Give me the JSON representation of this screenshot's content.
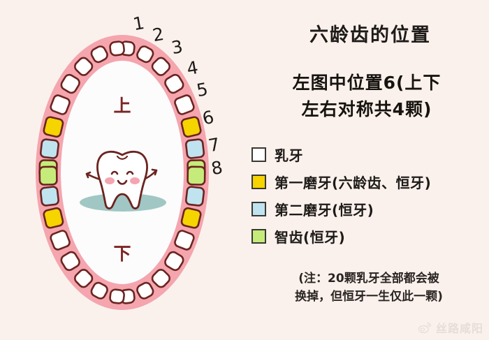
{
  "palette": {
    "background": "#fbf1ec",
    "gum": "#f4a5ae",
    "gum_shade": "#f09aa5",
    "mouth_inner": "#fcfcfc",
    "tooth_white": "#ffffff",
    "tooth_yellow": "#f5d400",
    "tooth_blue": "#bfe4f0",
    "tooth_green": "#c5ec7a",
    "tooth_outline": "#6b2420",
    "label_maroon": "#7d2423",
    "highlight_yellow": "#fbef76",
    "text_dark": "#1d1a17",
    "shadow_teal": "#8fbdb8",
    "blush_pink": "#f4a6b0"
  },
  "diagram": {
    "upper_label": "上",
    "lower_label": "下",
    "numbers": [
      "1",
      "2",
      "3",
      "4",
      "5",
      "6",
      "7",
      "8"
    ],
    "quadrant_tooth_colors": [
      "white",
      "white",
      "white",
      "white",
      "white",
      "yellow",
      "blue",
      "green"
    ],
    "teeth_per_quadrant": 8,
    "total_teeth": 32,
    "mascot": {
      "name": "cartoon-tooth-character",
      "expression": "smiling",
      "has_arms": true,
      "has_blush": true
    }
  },
  "panel": {
    "title": "六龄齿的位置",
    "highlight": {
      "line1": "左图中位置6(上下",
      "line2": "左右对称共4颗)"
    },
    "legend": [
      {
        "color": "#ffffff",
        "label": "乳牙",
        "name": "primary-teeth"
      },
      {
        "color": "#f5d400",
        "label": "第一磨牙(六龄齿、恒牙)",
        "name": "first-molar"
      },
      {
        "color": "#bfe4f0",
        "label": "第二磨牙(恒牙)",
        "name": "second-molar"
      },
      {
        "color": "#c5ec7a",
        "label": "智齿(恒牙)",
        "name": "wisdom-tooth"
      }
    ],
    "footnote": {
      "line1": "(注：20颗乳牙全部都会被",
      "line2": "换掉，但恒牙一生仅此一颗)"
    }
  },
  "watermark": {
    "platform_icon": "weibo-icon",
    "text": "丝路咸阳"
  }
}
